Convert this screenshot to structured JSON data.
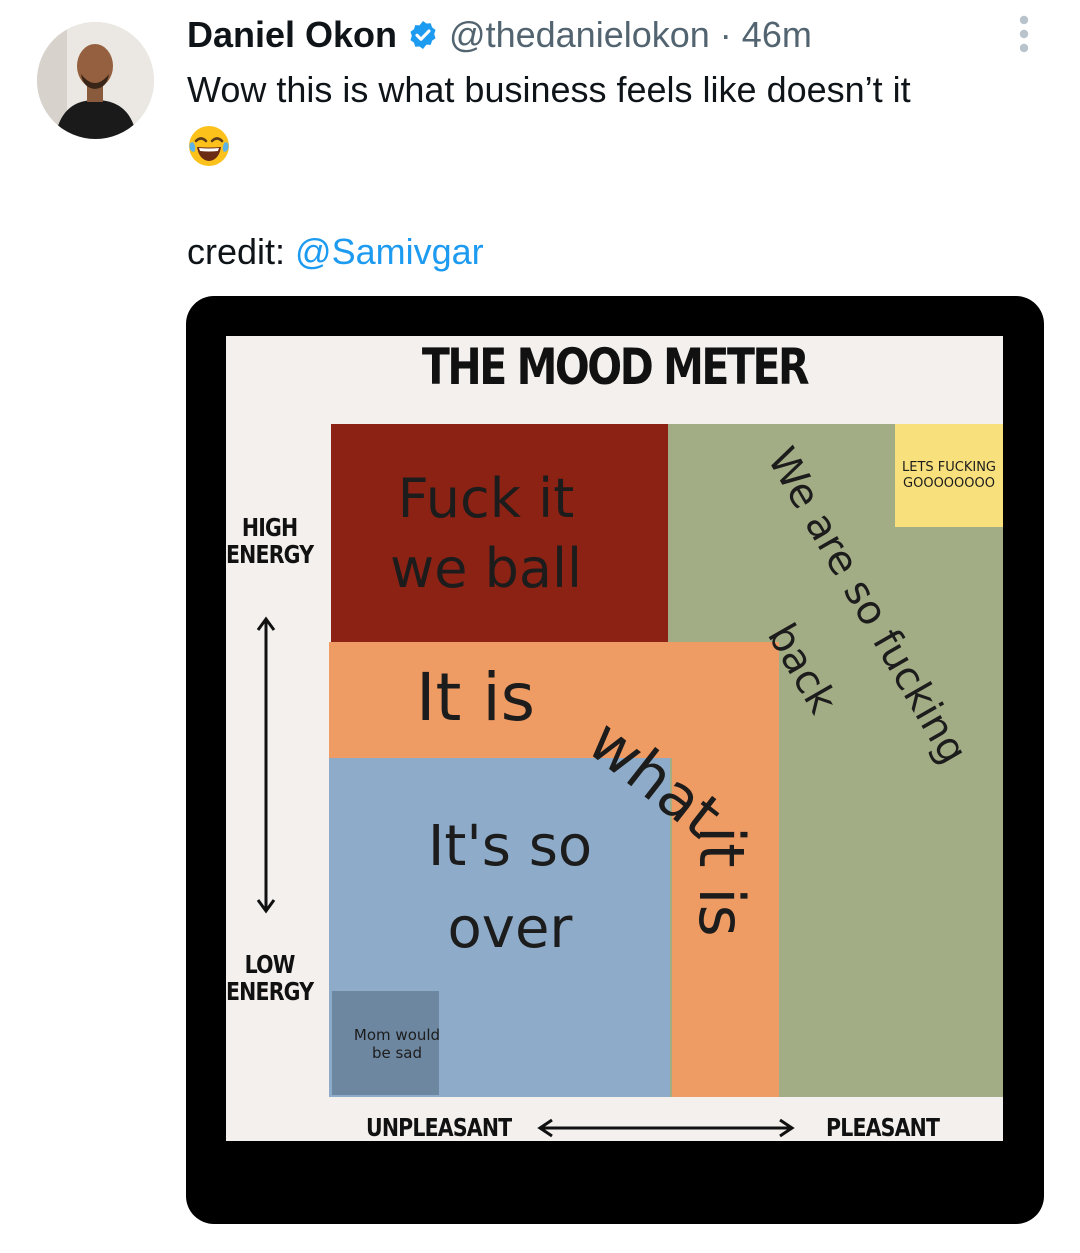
{
  "tweet": {
    "author_name": "Daniel Okon",
    "handle": "@thedanielokon",
    "separator": "·",
    "time": "46m",
    "text": "Wow this is what business feels like doesn’t it",
    "emoji": "😂",
    "credit_label": "credit: ",
    "credit_mention": "@Samivgar"
  },
  "icons": {
    "verified": "verified-badge-icon",
    "more": "more-options-icon"
  },
  "colors": {
    "mention": "#1d9bf0",
    "verified": "#1d9bf0",
    "red": "#8b2214",
    "green": "#a3ad85",
    "orange": "#ef9b64",
    "blue": "#8eacc9",
    "slate": "#6e87a1",
    "yellow": "#f8e07c"
  },
  "meme": {
    "title": "THE MOOD METER",
    "high_energy": "HIGH\nENERGY",
    "low_energy": "LOW\nENERGY",
    "unpleasant": "UNPLEASANT",
    "pleasant": "PLEASANT",
    "red_block": "Fuck it\nwe ball",
    "orange_line1": "It is",
    "orange_what": "what",
    "orange_it_is": "it is",
    "blue_block": "It's so\nover",
    "slate_block": "Mom would\nbe sad",
    "yellow_block": "LETS FUCKING\nGOOOOOOOO",
    "green_line1": "We are so fucking",
    "green_line2": "back"
  }
}
